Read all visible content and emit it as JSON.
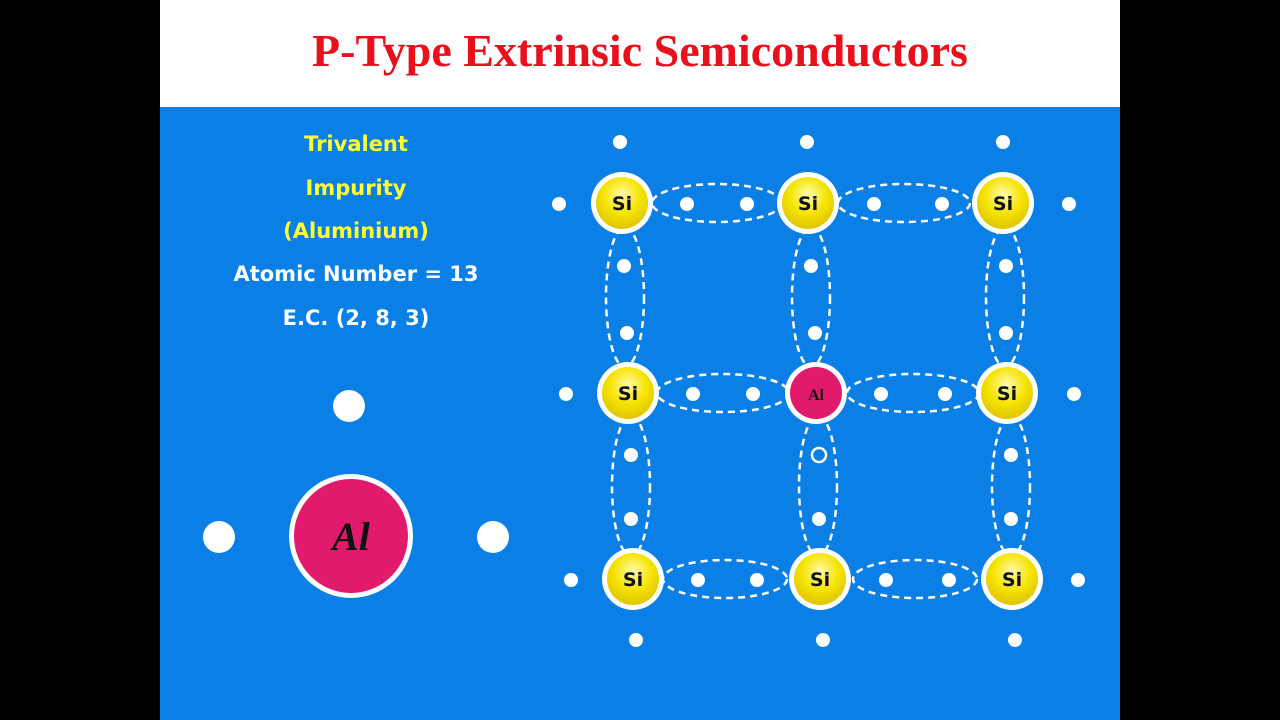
{
  "title": "P-Type Extrinsic Semiconductors",
  "info": {
    "line1": "Trivalent",
    "line2": "Impurity",
    "line3": "(Aluminium)",
    "atomic_number": "Atomic Number = 13",
    "electronic_config": "E.C. (2, 8, 3)"
  },
  "impurity_atom": {
    "symbol": "Al",
    "valence_electrons": 3
  },
  "lattice": {
    "silicon_symbol": "Si",
    "impurity_symbol": "Al",
    "rows": [
      [
        "Si",
        "Si",
        "Si"
      ],
      [
        "Si",
        "Al",
        "Si"
      ],
      [
        "Si",
        "Si",
        "Si"
      ]
    ],
    "hole_count": 1
  },
  "colors": {
    "background": "#0a7fe6",
    "title": "#e8111b",
    "silicon_fill": "#f5e400",
    "aluminium_fill": "#e21a6c",
    "electron": "#ffffff",
    "highlight_text": "#ffff33"
  }
}
